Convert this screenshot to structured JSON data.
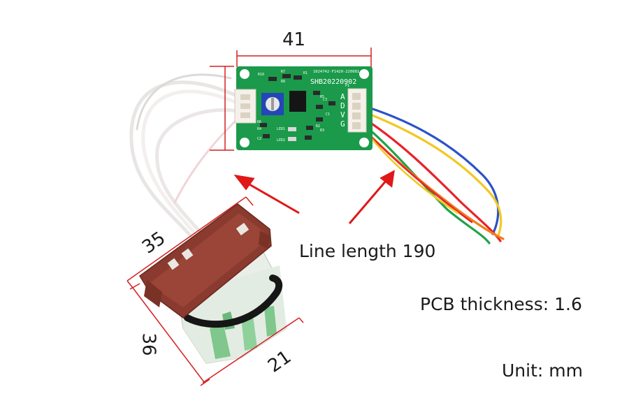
{
  "dimensions": {
    "pcb_width": "41",
    "probe_width": "35",
    "probe_height": "36",
    "probe_bottom": "21"
  },
  "notes": {
    "line_length": "Line length 190",
    "pcb_thickness": "PCB thickness: 1.6",
    "unit": "Unit: mm"
  },
  "pcb_silkscreen": {
    "board_id": "SHB20220902",
    "small_print": "1024742-F1420-220081",
    "pins": [
      "A",
      "D",
      "V",
      "G"
    ],
    "labels": [
      "R10",
      "R7",
      "R8",
      "R5",
      "C3",
      "R4",
      "C1",
      "R3",
      "R6",
      "LED1",
      "R2",
      "C2",
      "LED2",
      "R1",
      "P1"
    ]
  },
  "colors": {
    "pcb_green": "#1a9a4a",
    "arrow_red": "#e01818",
    "dimension_red": "#d42020",
    "probe_brown": "#8a3a2e"
  }
}
